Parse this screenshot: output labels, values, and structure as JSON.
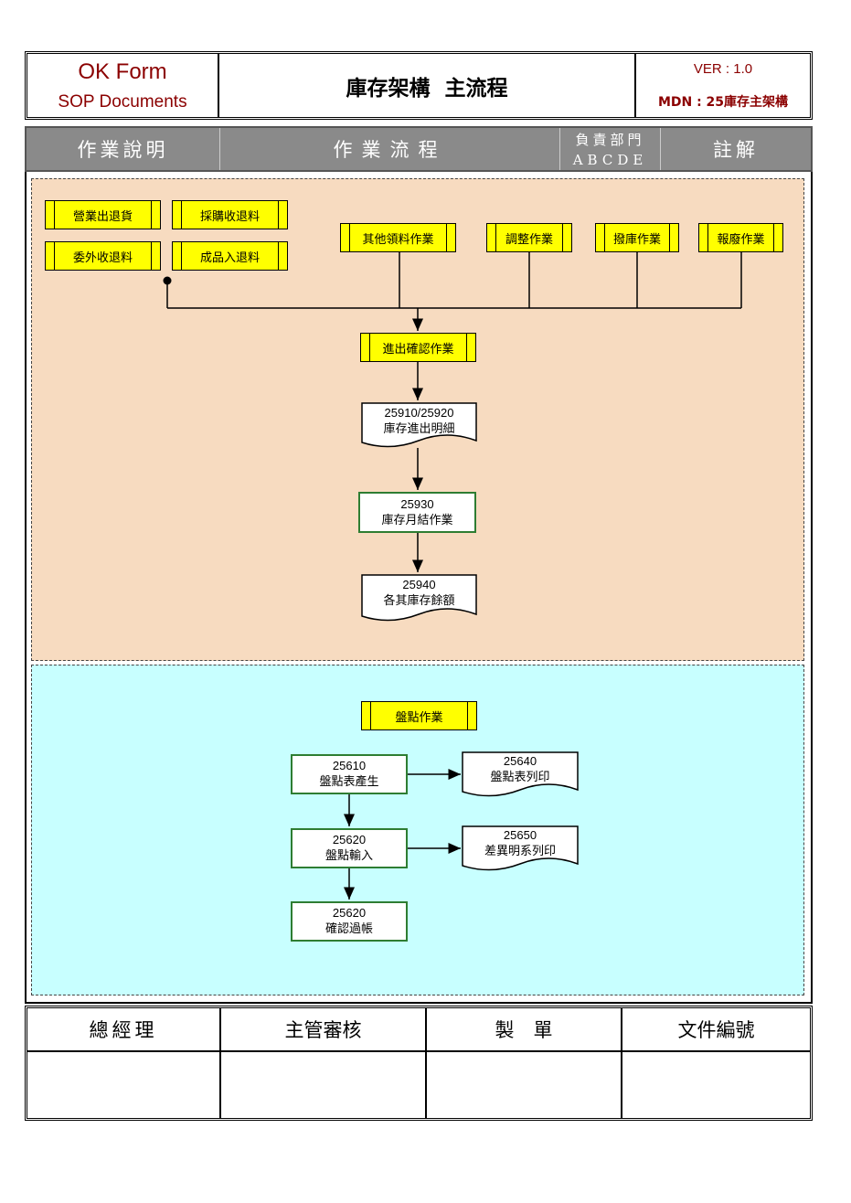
{
  "header": {
    "brand_line1": "OK Form",
    "brand_line2": "SOP Documents",
    "title": "庫存架構  主流程",
    "version": "VER : 1.0",
    "mdn": "MDN : 25庫存主架構"
  },
  "columns": {
    "description": "作業說明",
    "flow": "作業流程",
    "dept_title": "負責部門",
    "dept_codes": "ABCDE",
    "notes": "註解"
  },
  "section1": {
    "sources": [
      "營業出退貨",
      "採購收退料",
      "委外收退料",
      "成品入退料"
    ],
    "others": [
      "其他領料作業",
      "調整作業",
      "撥庫作業",
      "報廢作業"
    ],
    "confirm": "進出確認作業",
    "doc1": {
      "code": "25910/25920",
      "label": "庫存進出明細"
    },
    "proc1": {
      "code": "25930",
      "label": "庫存月結作業"
    },
    "doc2": {
      "code": "25940",
      "label": "各其庫存餘額"
    }
  },
  "section2": {
    "title": "盤點作業",
    "p1": {
      "code": "25610",
      "label": "盤點表產生"
    },
    "d1": {
      "code": "25640",
      "label": "盤點表列印"
    },
    "p2": {
      "code": "25620",
      "label": "盤點輸入"
    },
    "d2": {
      "code": "25650",
      "label": "差異明系列印"
    },
    "p3": {
      "code": "25620",
      "label": "確認過帳"
    }
  },
  "footer": {
    "labels": [
      "總經理",
      "主管審核",
      "製　單",
      "文件編號"
    ]
  },
  "colors": {
    "brand": "#8b0000",
    "section1_bg": "#f7dbc0",
    "section2_bg": "#c8ffff",
    "process_yellow": "#ffff00",
    "process_green_border": "#2e7d32",
    "column_bar": "#8a8a8a"
  }
}
